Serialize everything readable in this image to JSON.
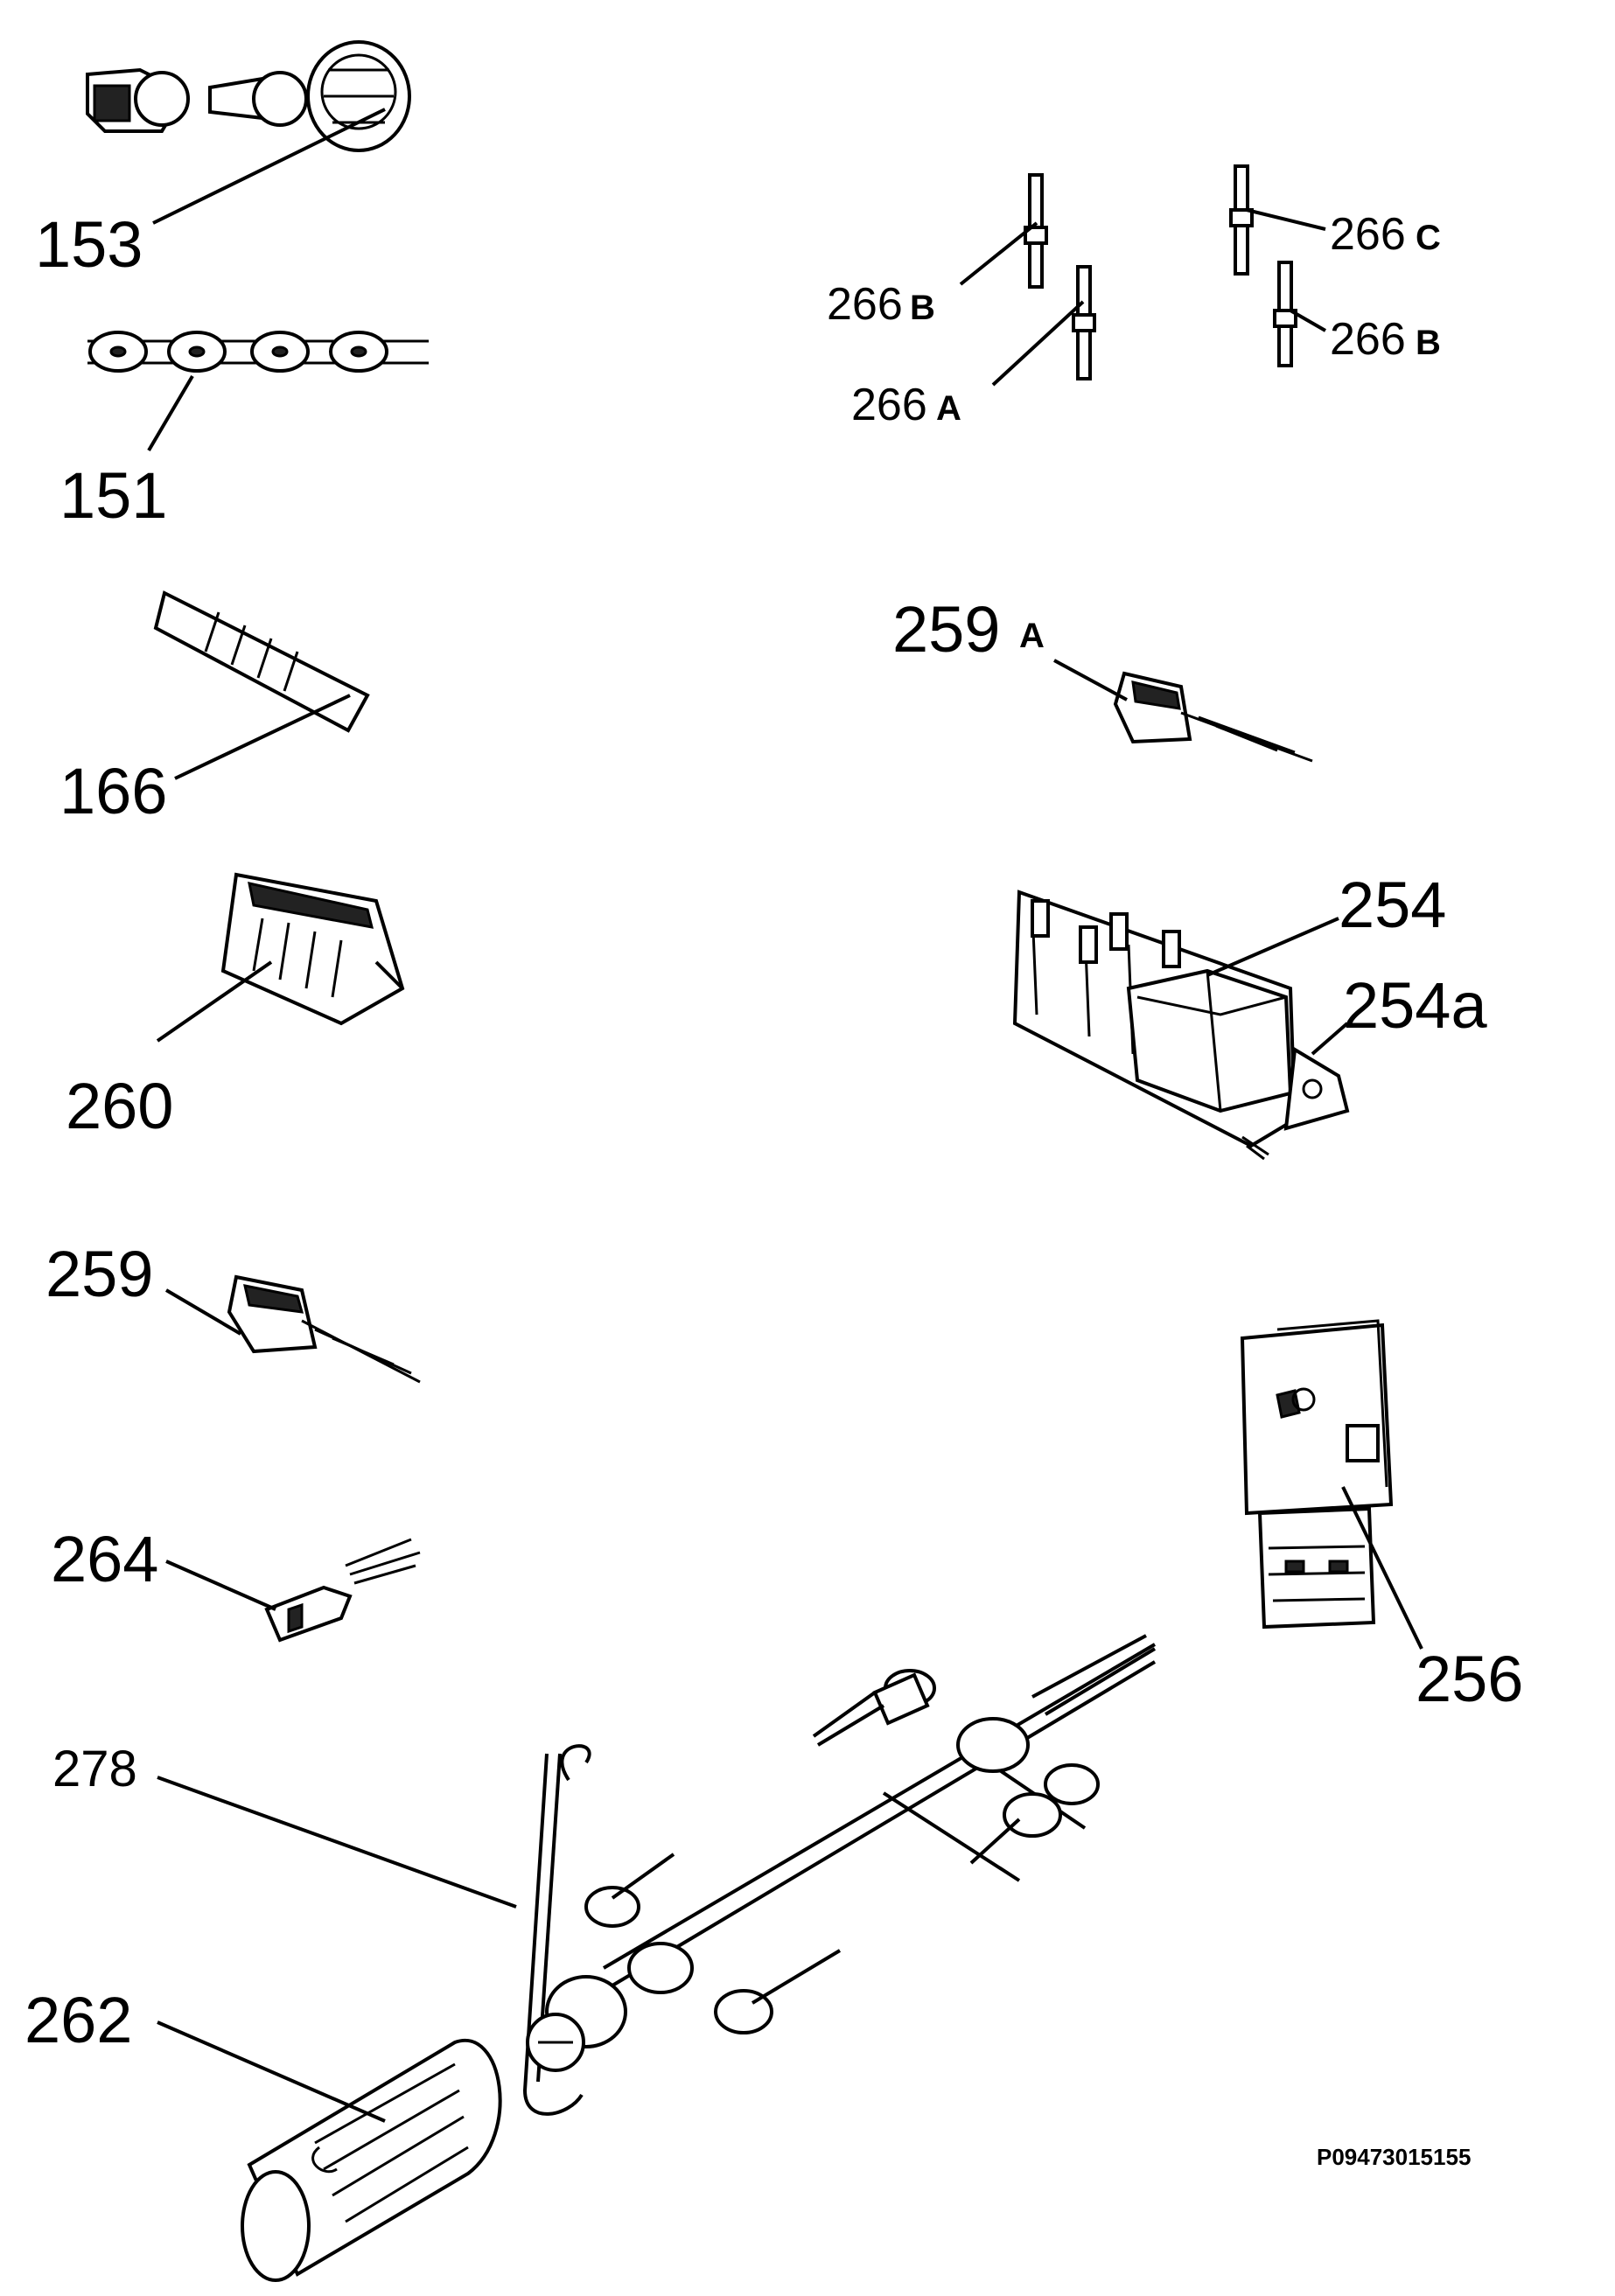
{
  "diagram": {
    "code": "P09473015155",
    "labels": {
      "p153": "153",
      "p151": "151",
      "p166": "166",
      "p260": "260",
      "p259": "259",
      "p264": "264",
      "p278": "278",
      "p262": "262",
      "p266b_left_num": "266",
      "p266b_left_suf": "B",
      "p266a_num": "266",
      "p266a_suf": "A",
      "p266c_num": "266",
      "p266c_suf": "C",
      "p266b_right_num": "266",
      "p266b_right_suf": "B",
      "p259a_num": "259",
      "p259a_suf": "A",
      "p254": "254",
      "p254a": "254a",
      "p256": "256"
    }
  }
}
